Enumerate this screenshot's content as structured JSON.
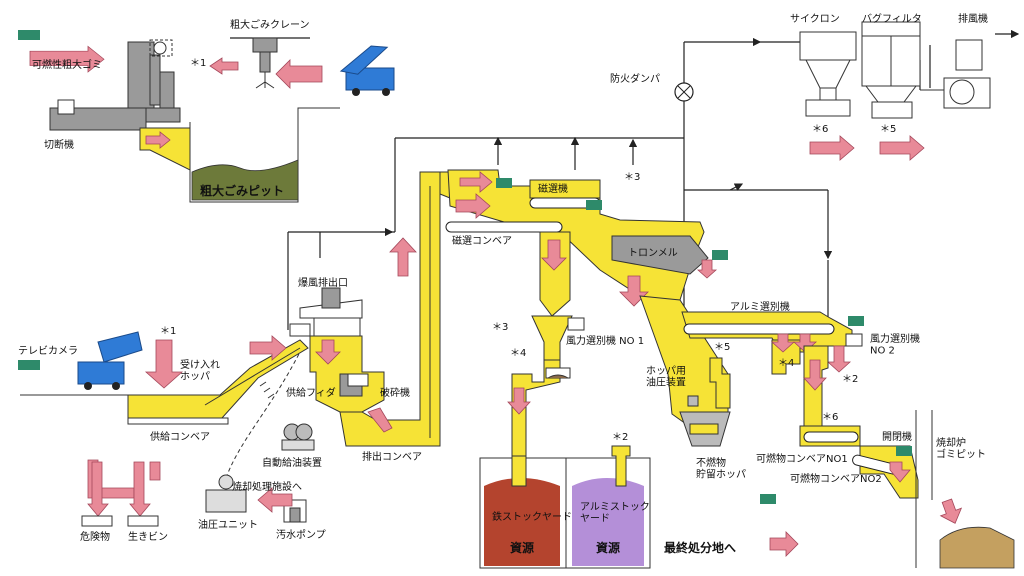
{
  "labels": {
    "crane": "粗大ごみクレーン",
    "combustible_bulky": "可燃性粗大ゴミ",
    "cutter": "切断機",
    "bulky_pit": "粗大ごみピット",
    "tv_camera": "テレビカメラ",
    "receiving_hopper": "受け入れ\nホッパ",
    "supply_conveyor": "供給コンベア",
    "explosion_vent": "爆風排出口",
    "supply_feeder": "供給フィダ",
    "crusher": "破砕機",
    "auto_lubricator": "自動給油装置",
    "to_incineration": "焼却処理施設へ",
    "hydraulic_unit": "油圧ユニット",
    "sewage_pump": "汚水ポンプ",
    "hazardous": "危険物",
    "bottles_cans": "生きビン",
    "discharge_conveyor": "排出コンベア",
    "magnetic_conveyor": "磁選コンベア",
    "magnetic_separator": "磁選機",
    "trommel": "トロンメル",
    "wind_separator_1": "風力選別機 NO 1",
    "hopper_hydraulic": "ホッパ用\n油圧装置",
    "noncombustible_hopper": "不燃物\n貯留ホッパ",
    "iron_yard": "鉄ストックヤード",
    "alu_yard": "アルミストック\nヤード",
    "resource_1": "資源",
    "resource_2": "資源",
    "to_final_disposal": "最終処分地へ",
    "aluminum_separator": "アルミ選別機",
    "wind_separator_2": "風力選別機\nNO 2",
    "combustible_conveyor_1": "可燃物コンベアNO1",
    "combustible_conveyor_2": "可燃物コンベアNO2",
    "gate": "開閉機",
    "incinerator_pit": "焼却炉\nゴミピット",
    "fire_damper": "防火ダンパ",
    "cyclone": "サイクロン",
    "bag_filter": "バグフィルタ",
    "exhaust_fan": "排風機"
  },
  "marks": {
    "m1a": "＊1",
    "m1b": "＊1",
    "m2a": "＊2",
    "m2b": "＊2",
    "m3a": "＊3",
    "m3b": "＊3",
    "m4a": "＊4",
    "m4b": "＊4",
    "m5a": "＊5",
    "m5b": "＊5",
    "m6a": "＊6",
    "m6b": "＊6"
  },
  "colors": {
    "equipment": "#f6e336",
    "pit_soil": "#6d7a3a",
    "iron_pile": "#b4442e",
    "alu_pile": "#b48fd8",
    "flow_arrow": "#e88a98",
    "gray_unit": "#9a9a9a",
    "truck_blue": "#2f7bd6"
  }
}
